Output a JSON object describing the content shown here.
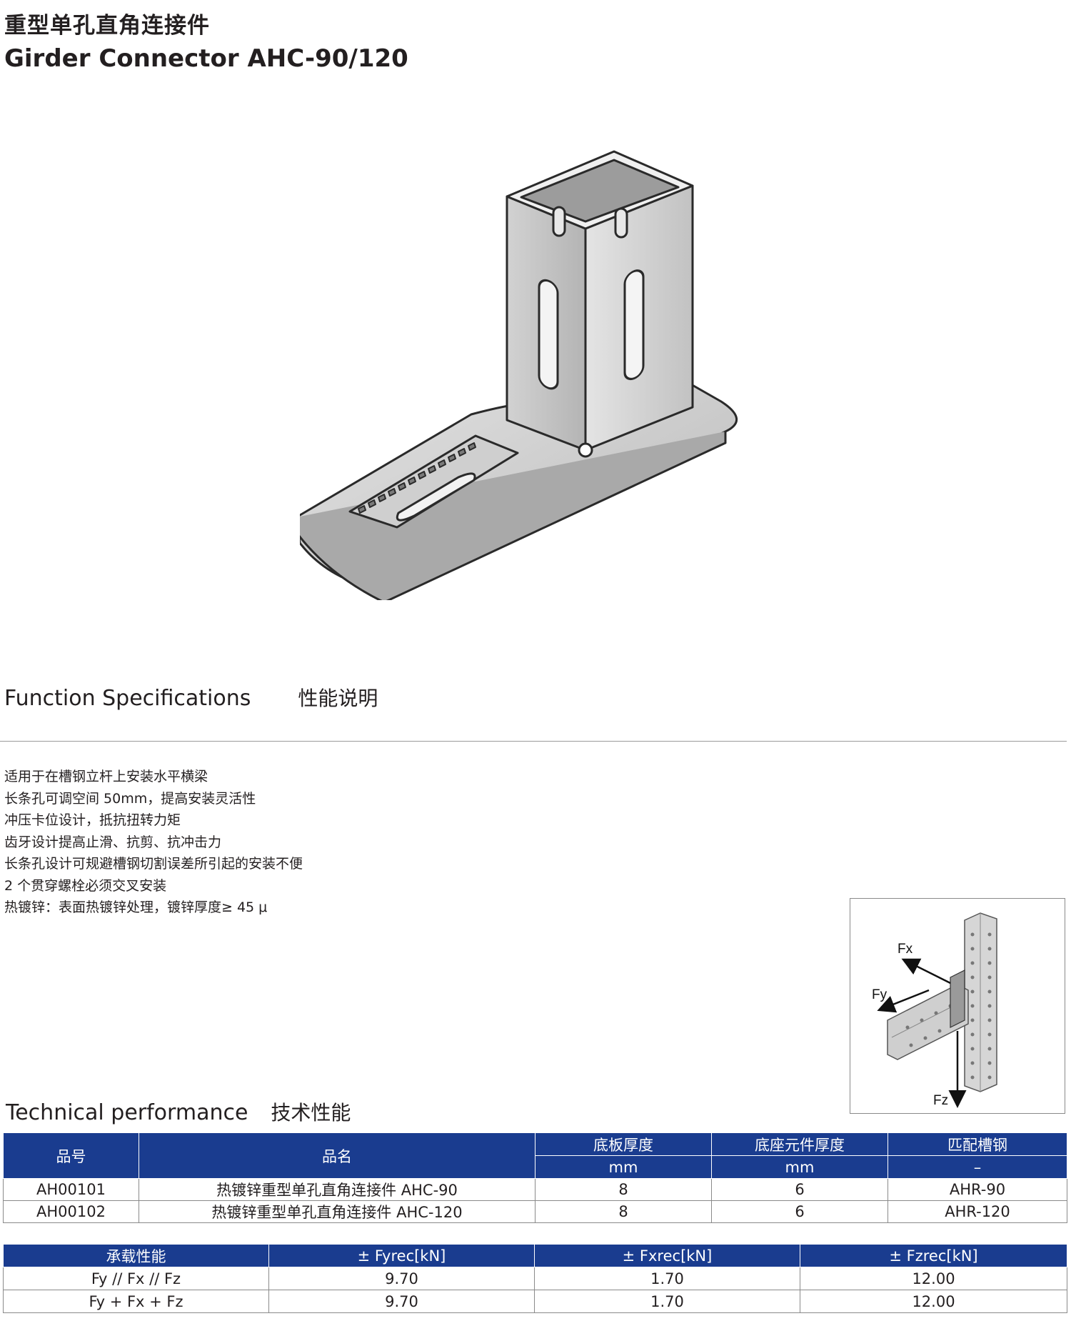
{
  "header": {
    "title_cn": "重型单孔直角连接件",
    "title_en": "Girder Connector AHC-90/120"
  },
  "function_section": {
    "heading_en": "Function Specifications",
    "heading_cn": "性能说明",
    "features": [
      "适用于在槽钢立杆上安装水平横梁",
      "长条孔可调空间 50mm，提高安装灵活性",
      "冲压卡位设计，抵抗扭转力矩",
      "齿牙设计提高止滑、抗剪、抗冲击力",
      "长条孔设计可规避槽钢切割误差所引起的安装不便",
      "2 个贯穿螺栓必须交叉安装",
      "热镀锌：表面热镀锌处理，镀锌厚度≥ 45 μ"
    ]
  },
  "load_diagram": {
    "labels": [
      "Fx",
      "Fy",
      "Fz"
    ]
  },
  "technical_section": {
    "heading_en": "Technical performance",
    "heading_cn": "技术性能"
  },
  "spec_table": {
    "headers": {
      "code": "品号",
      "name": "品名",
      "plate_thickness": "底板厚度",
      "base_thickness": "底座元件厚度",
      "channel": "匹配槽钢"
    },
    "units": {
      "plate_thickness": "mm",
      "base_thickness": "mm",
      "channel": "–"
    },
    "rows": [
      {
        "code": "AH00101",
        "name": "热镀锌重型单孔直角连接件 AHC-90",
        "plate": "8",
        "base": "6",
        "channel": "AHR-90"
      },
      {
        "code": "AH00102",
        "name": "热镀锌重型单孔直角连接件 AHC-120",
        "plate": "8",
        "base": "6",
        "channel": "AHR-120"
      }
    ]
  },
  "load_table": {
    "headers": [
      "承载性能",
      "± Fyrec[kN]",
      "± Fxrec[kN]",
      "± Fzrec[kN]"
    ],
    "rows": [
      [
        "Fy // Fx // Fz",
        "9.70",
        "1.70",
        "12.00"
      ],
      [
        "Fy + Fx + Fz",
        "9.70",
        "1.70",
        "12.00"
      ]
    ]
  },
  "colors": {
    "table_header": "#1a3c8f",
    "text": "#231f20"
  }
}
